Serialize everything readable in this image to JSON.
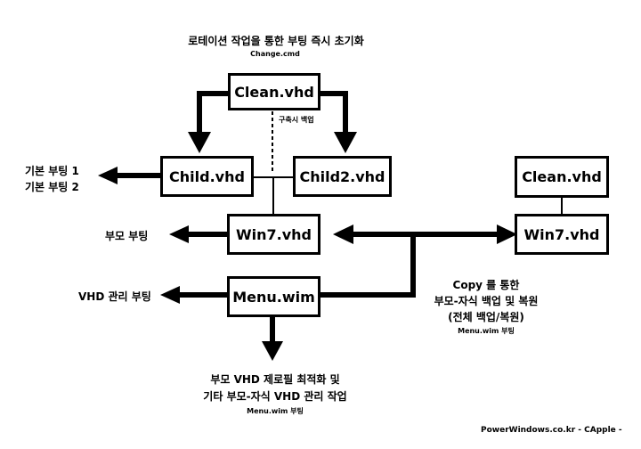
{
  "title": "로테이션 작업을 통한 부팅 즉시 초기화",
  "subtitle": "Change.cmd",
  "nodes": {
    "clean": "Clean.vhd",
    "child": "Child.vhd",
    "child2": "Child2.vhd",
    "win7": "Win7.vhd",
    "menu": "Menu.wim",
    "clean_right": "Clean.vhd",
    "win7_right": "Win7.vhd"
  },
  "labels": {
    "build_backup": "구축시 백업",
    "basic_boot_1": "기본 부팅 1",
    "basic_boot_2": "기본 부팅 2",
    "parent_boot": "부모 부팅",
    "vhd_manage_boot": "VHD 관리 부팅",
    "copy_line1": "Copy 를 통한",
    "copy_line2": "부모-자식 백업 및 복원",
    "copy_line3": "(전체 백업/복원)",
    "copy_sub": "Menu.wim 부팅",
    "bottom_line1": "부모 VHD 제로필 최적화 및",
    "bottom_line2": "기타 부모-자식 VHD 관리 작업",
    "bottom_sub": "Menu.wim 부팅"
  },
  "footer": "PowerWindows.co.kr  -  CApple  -"
}
